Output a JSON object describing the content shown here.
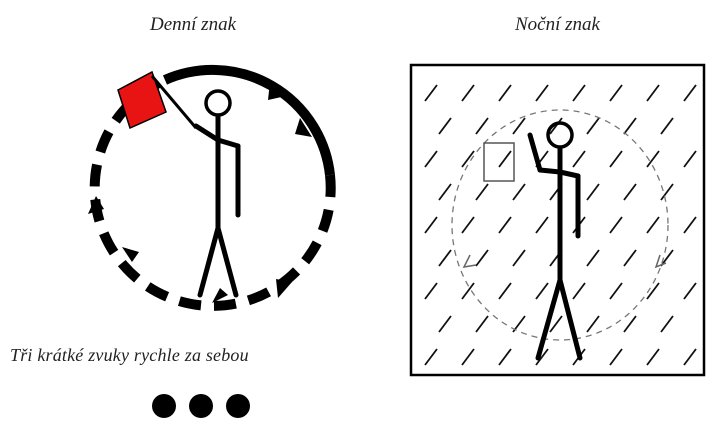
{
  "day_sign": {
    "title": "Denní znak",
    "flag_color": "#e81414"
  },
  "night_sign": {
    "title": "Noční znak"
  },
  "sound_signal": {
    "text": "Tři krátké zvuky rychle za sebou",
    "count": 3
  }
}
